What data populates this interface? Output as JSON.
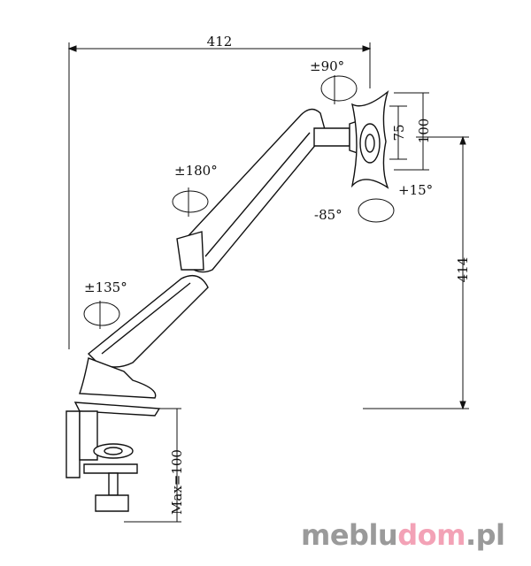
{
  "dimensions": {
    "width": "412",
    "height": "414",
    "vesa_small": "75",
    "vesa_large": "100",
    "clamp_max": "Max=100"
  },
  "rotations": {
    "head_rotation": "±90°",
    "arm_swivel": "±180°",
    "tilt_down": "-85°",
    "tilt_up": "+15°",
    "base_swivel": "±135°"
  },
  "watermark": {
    "part1": "meblu",
    "part2": "dom",
    "part3": ".pl"
  },
  "colors": {
    "line": "#111111",
    "watermark_gray": "#9a9a9a",
    "watermark_pink": "#f3a2b6"
  }
}
